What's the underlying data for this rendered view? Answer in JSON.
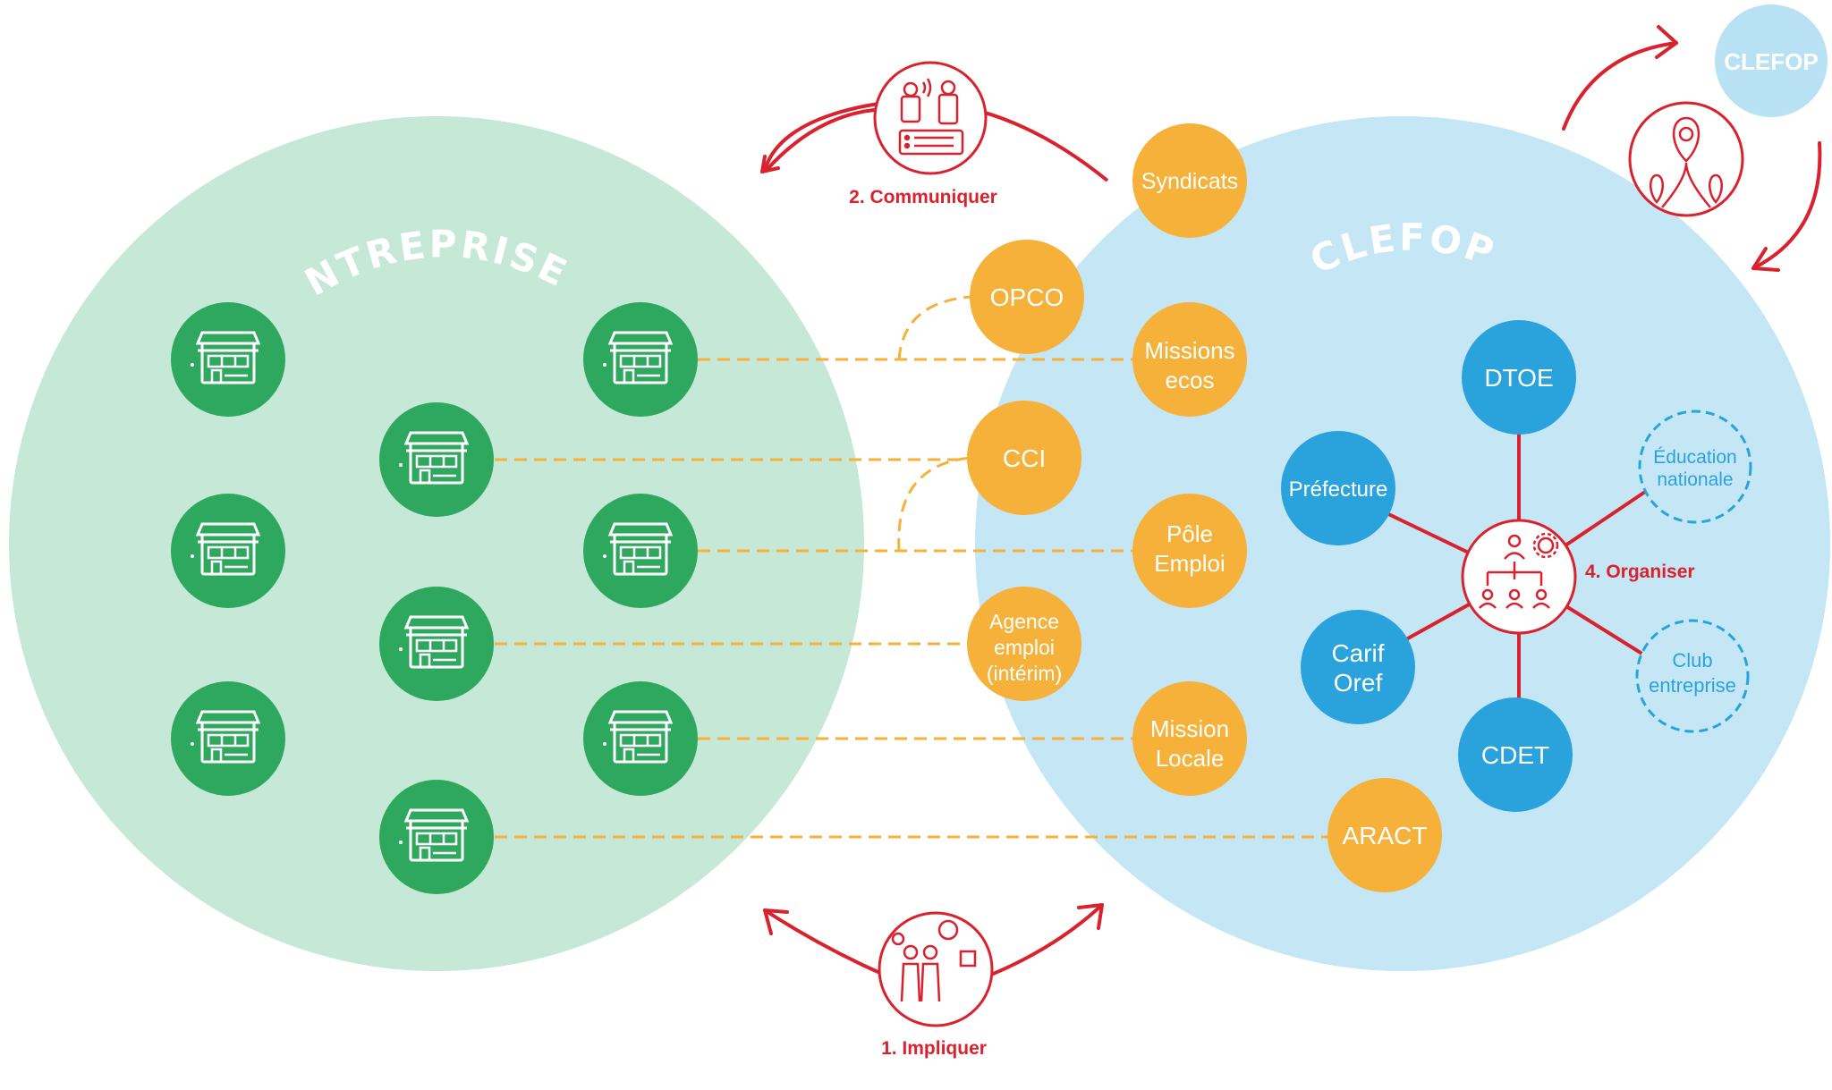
{
  "regions": {
    "entreprises": "ENTREPRISES",
    "clefop": "CLEFOP"
  },
  "actions": {
    "communiquer": "2. Communiquer",
    "impliquer": "1.  Impliquer",
    "organiser": "4. Organiser"
  },
  "clefop_badge": "CLEFOP",
  "partners": {
    "syndicats": "Syndicats",
    "opco": "OPCO",
    "missions_ecos": [
      "Missions",
      "ecos"
    ],
    "cci": "CCI",
    "pole_emploi": [
      "Pôle",
      "Emploi"
    ],
    "agence_emploi": [
      "Agence",
      "emploi",
      "(intérim)"
    ],
    "mission_locale": [
      "Mission",
      "Locale"
    ],
    "aract": "ARACT"
  },
  "clefop_members": {
    "dtoe": "DTOE",
    "prefecture": "Préfecture",
    "carif_oref": [
      "Carif",
      "Oref"
    ],
    "cdet": "CDET",
    "education_nationale": [
      "Éducation",
      "nationale"
    ],
    "club_entreprise": [
      "Club",
      "entreprise"
    ]
  },
  "colors": {
    "entreprises_bg": "#c6e8d6",
    "clefop_bg": "#c4e6f5",
    "shop_green": "#2fa85f",
    "partner_orange": "#f5b13a",
    "member_blue": "#2aa3dd",
    "accent_red": "#d9222e",
    "badge_blue": "#b9e1f4"
  }
}
